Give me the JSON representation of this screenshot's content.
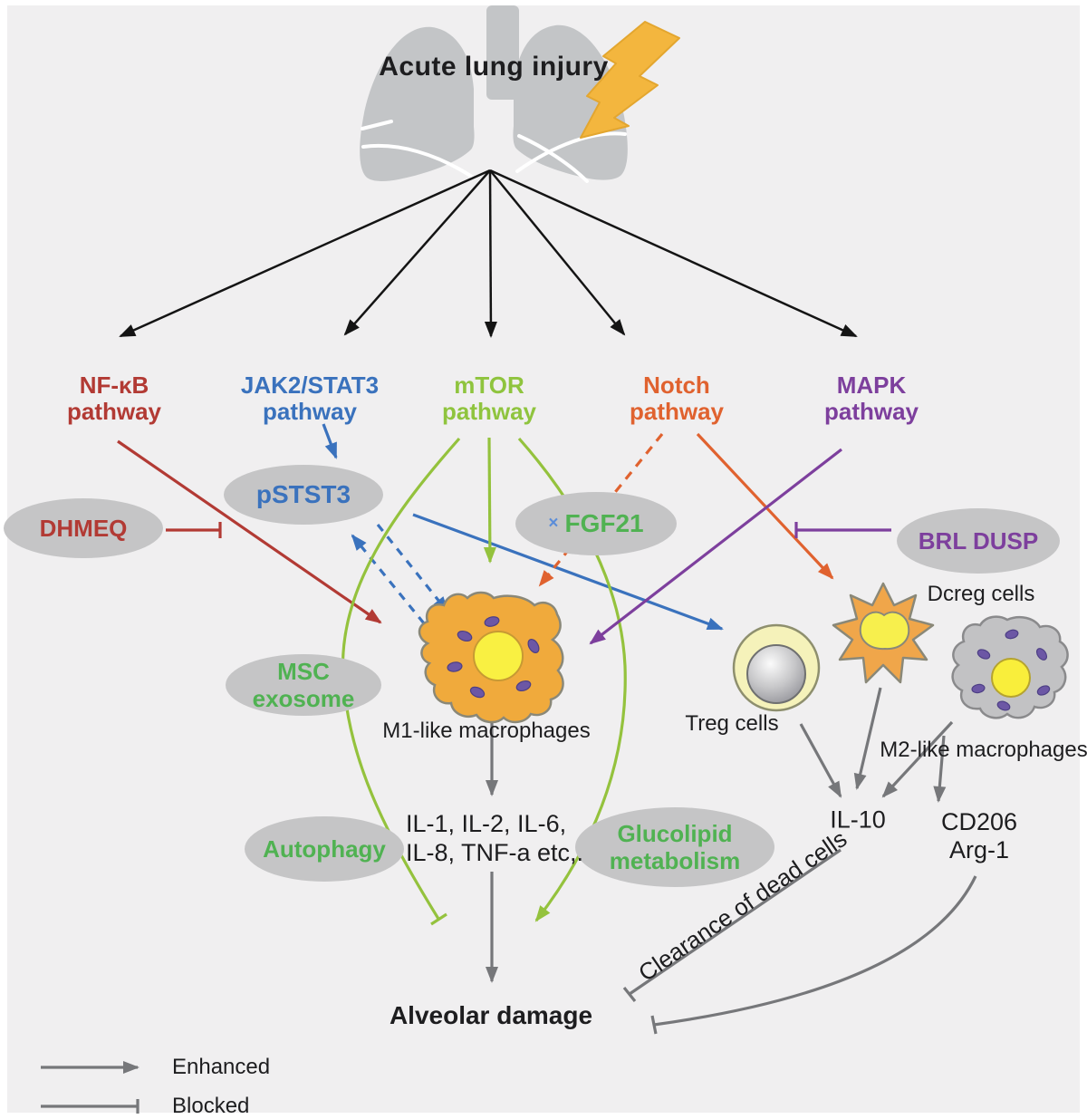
{
  "title": "Acute lung injury",
  "pathways": [
    {
      "name": "NF-κB",
      "word": "pathway",
      "color": "#b23a34"
    },
    {
      "name": "JAK2/STAT3",
      "word": "pathway",
      "color": "#3a72bd"
    },
    {
      "name": "mTOR",
      "word": "pathway",
      "color": "#8fc43e"
    },
    {
      "name": "Notch",
      "word": "pathway",
      "color": "#e0622f"
    },
    {
      "name": "MAPK",
      "word": "pathway",
      "color": "#7d3f9d"
    }
  ],
  "ovals": {
    "dhmeq": {
      "label": "DHMEQ"
    },
    "pstst3": {
      "label": "pSTST3"
    },
    "fgf21": {
      "marker": "×",
      "label": "FGF21"
    },
    "brl": {
      "label": "BRL DUSP"
    },
    "msc": {
      "line1": "MSC",
      "line2": "exosome"
    },
    "autophagy": {
      "label": "Autophagy"
    },
    "gluco": {
      "line1": "Glucolipid",
      "line2": "metabolism"
    }
  },
  "cells": {
    "m1": "M1-like macrophages",
    "treg": "Treg cells",
    "dcreg": "Dcreg cells",
    "m2": "M2-like macrophages"
  },
  "outputs": {
    "cytokines1": "IL-1, IL-2, IL-6,",
    "cytokines2": "IL-8, TNF-a etc,.",
    "il10": "IL-10",
    "cd206": "CD206",
    "arg1": "Arg-1",
    "alveolar": "Alveolar damage",
    "clearance": "Clearance of dead cells"
  },
  "legend": {
    "enhanced": "Enhanced",
    "blocked": "Blocked"
  },
  "colors": {
    "background": "#f0eff0",
    "oval_fill": "#c5c5c6",
    "red": "#b23a34",
    "blue": "#3a72bd",
    "light_green": "#8fc43e",
    "green_line": "#94c23d",
    "green_text": "#50b252",
    "orange": "#e0622f",
    "purple": "#7d3f9d",
    "gray_arrow": "#76777a",
    "cell_orange": "#f0aa3c",
    "cell_gray": "#c2c2c4",
    "nucleus_yellow": "#f9f042",
    "granule_purple": "#6c57a5",
    "treg_ring": "#f5f2ba",
    "bolt_yellow": "#f3b63e",
    "lung_gray": "#c3c5c7"
  }
}
